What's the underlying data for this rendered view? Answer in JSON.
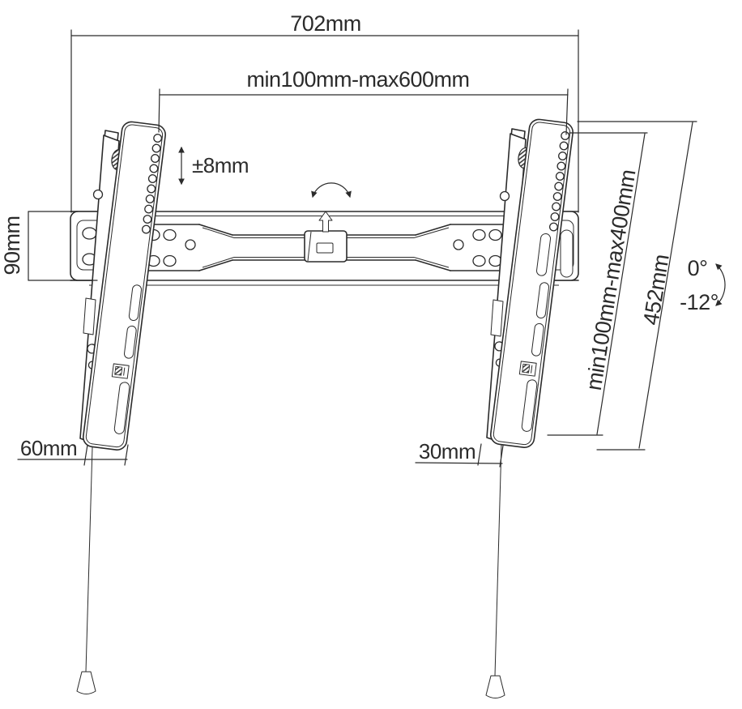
{
  "labels": {
    "overall_width": "702mm",
    "vesa_width_range": "min100mm-max600mm",
    "height_adjustment": "±8mm",
    "wall_plate_height": "90mm",
    "bottom_left_depth": "60mm",
    "bottom_right_depth": "30mm",
    "vesa_height_range": "min100mm-max400mm",
    "bracket_length": "452mm",
    "tilt_upper": "0°",
    "tilt_lower": "-12°"
  },
  "colors": {
    "line": "#2b2b2b",
    "background": "#ffffff"
  }
}
